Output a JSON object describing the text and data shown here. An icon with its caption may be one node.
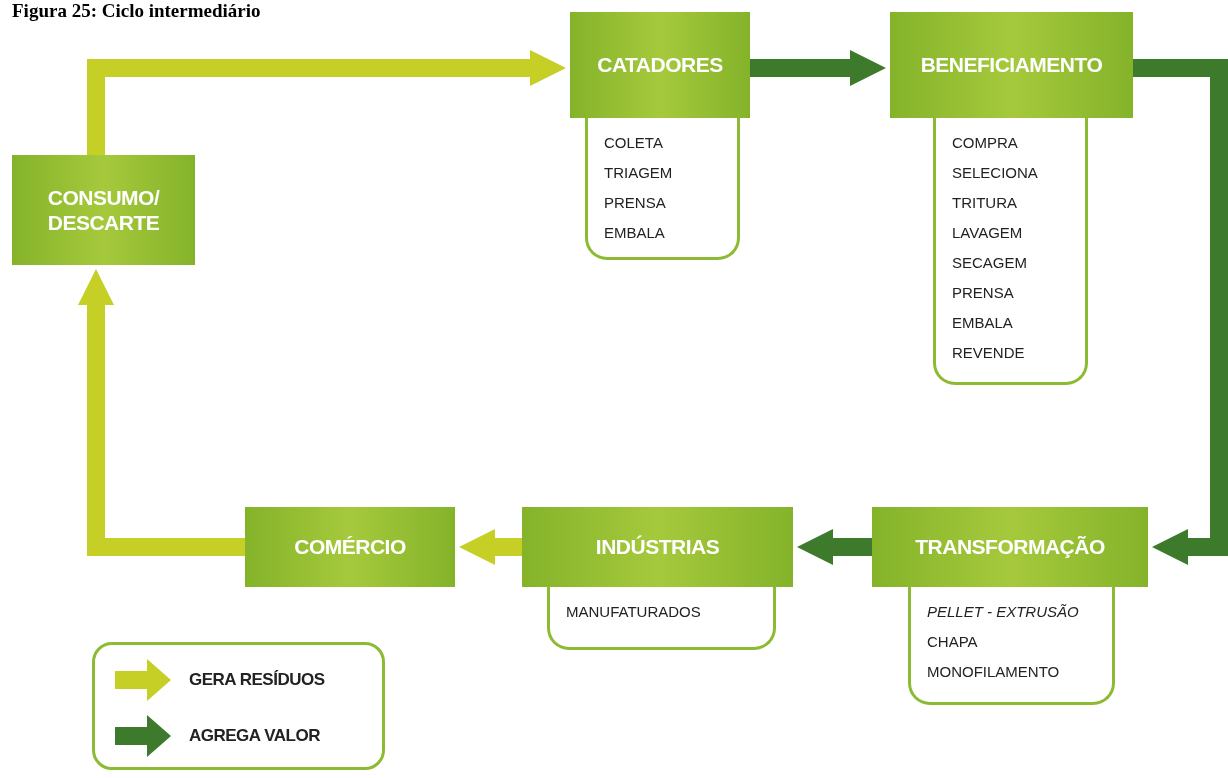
{
  "diagram": {
    "title": "Figura 25: Ciclo intermediário",
    "nodes": [
      {
        "text": [
          "CONSUMO/ DESCARTE"
        ]
      },
      {
        "text": [
          "CATADORES"
        ]
      },
      {
        "text": [
          "COLETA",
          "TRIAGEM",
          "PRENSA",
          "EMBALA"
        ]
      },
      {
        "text": [
          "BENEFICIAMENTO"
        ]
      },
      {
        "text": [
          "COMPRA",
          "SELECIONA",
          "TRITURA",
          "LAVAGEM",
          "SECAGEM",
          "PRENSA",
          "EMBALA",
          "REVENDE"
        ]
      },
      {
        "text": [
          "TRANSFORMAÇÃO"
        ]
      },
      {
        "text": [
          "*PELLET - EXTRUSÃO*",
          "CHAPA",
          "MONOFILAMENTO"
        ]
      },
      {
        "text": [
          "INDÚSTRIAS"
        ]
      },
      {
        "text": [
          "MANUFATURADOS"
        ]
      },
      {
        "text": [
          "COMÉRCIO"
        ]
      }
    ],
    "edges": [
      {
        "from": 0,
        "to": 1,
        "arrow": "to",
        "color": "#c5cf26"
      },
      {
        "from": 1,
        "to": 3,
        "arrow": "to",
        "color": "#3e7a2c"
      },
      {
        "from": 3,
        "to": 5,
        "arrow": "to",
        "color": "#3e7a2c"
      },
      {
        "from": 5,
        "to": 7,
        "arrow": "to",
        "color": "#3e7a2c"
      },
      {
        "from": 7,
        "to": 9,
        "arrow": "to",
        "color": "#c5cf26"
      },
      {
        "from": 9,
        "to": 0,
        "arrow": "to",
        "color": "#c5cf26"
      }
    ],
    "legend": [
      {
        "text": "GERA RESÍDUOS",
        "color": "#c5cf26"
      },
      {
        "text": "AGREGA VALOR",
        "color": "#3e7a2c"
      }
    ]
  }
}
